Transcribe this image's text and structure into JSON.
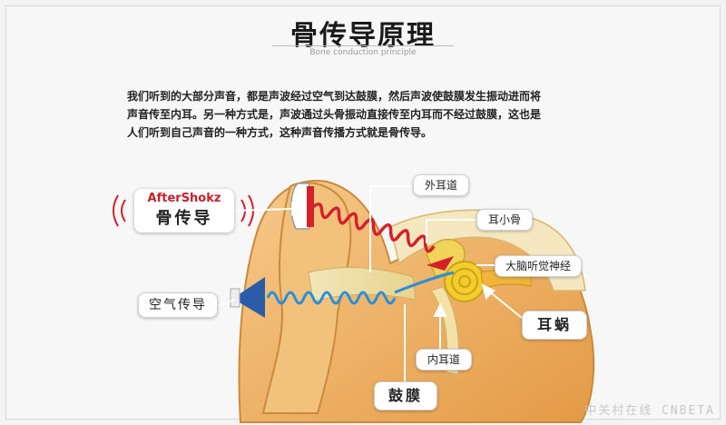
{
  "title": "骨传导原理",
  "subtitle": "Bone conduction principle",
  "paragraph": [
    "我们听到的大部分声音，都是声波经过空气到达鼓膜，然后声波使鼓膜发生振动进而将",
    "声音传至内耳。另一种方式是，声波通过头骨振动直接传至内耳而不经过鼓膜，这也是",
    "人们听到自己声音的一种方式，这种声音传播方式就是骨传导。"
  ],
  "labels": {
    "brand_logo": "AfterShokz",
    "bone_conduction": "骨传导",
    "air_conduction": "空气传导",
    "outer_ear_canal": "外耳道",
    "ossicles": "耳小骨",
    "auditory_nerve": "大脑听觉神经",
    "cochlea": "耳蜗",
    "inner_ear_canal": "内耳道",
    "eardrum": "鼓膜"
  },
  "watermark": "中关村在线 CNBETA",
  "colors": {
    "bone_wave": "#d4202a",
    "air_wave": "#2a8fd8",
    "speaker": "#2a5ca8",
    "skin": "#f0b060",
    "cochlea": "#f0c020"
  }
}
